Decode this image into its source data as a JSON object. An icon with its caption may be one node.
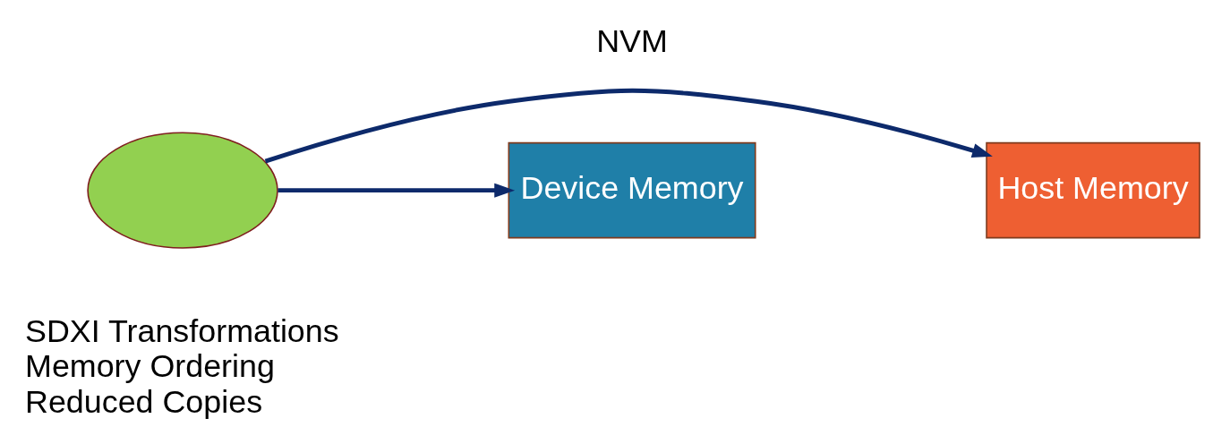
{
  "diagram": {
    "nodes": [
      {
        "text": [
          "Host Memory"
        ]
      },
      {
        "text": [],
        "shape": "ellipse"
      },
      {
        "text": [
          "Device Memory"
        ]
      }
    ],
    "edges": [
      {
        "from": 1,
        "to": 0,
        "arrow": "to"
      },
      {
        "from": 1,
        "to": 2,
        "arrow": "to"
      }
    ],
    "labels": [
      "NVM",
      "SDXI Transformations",
      "Memory Ordering",
      "Reduced Copies"
    ]
  }
}
